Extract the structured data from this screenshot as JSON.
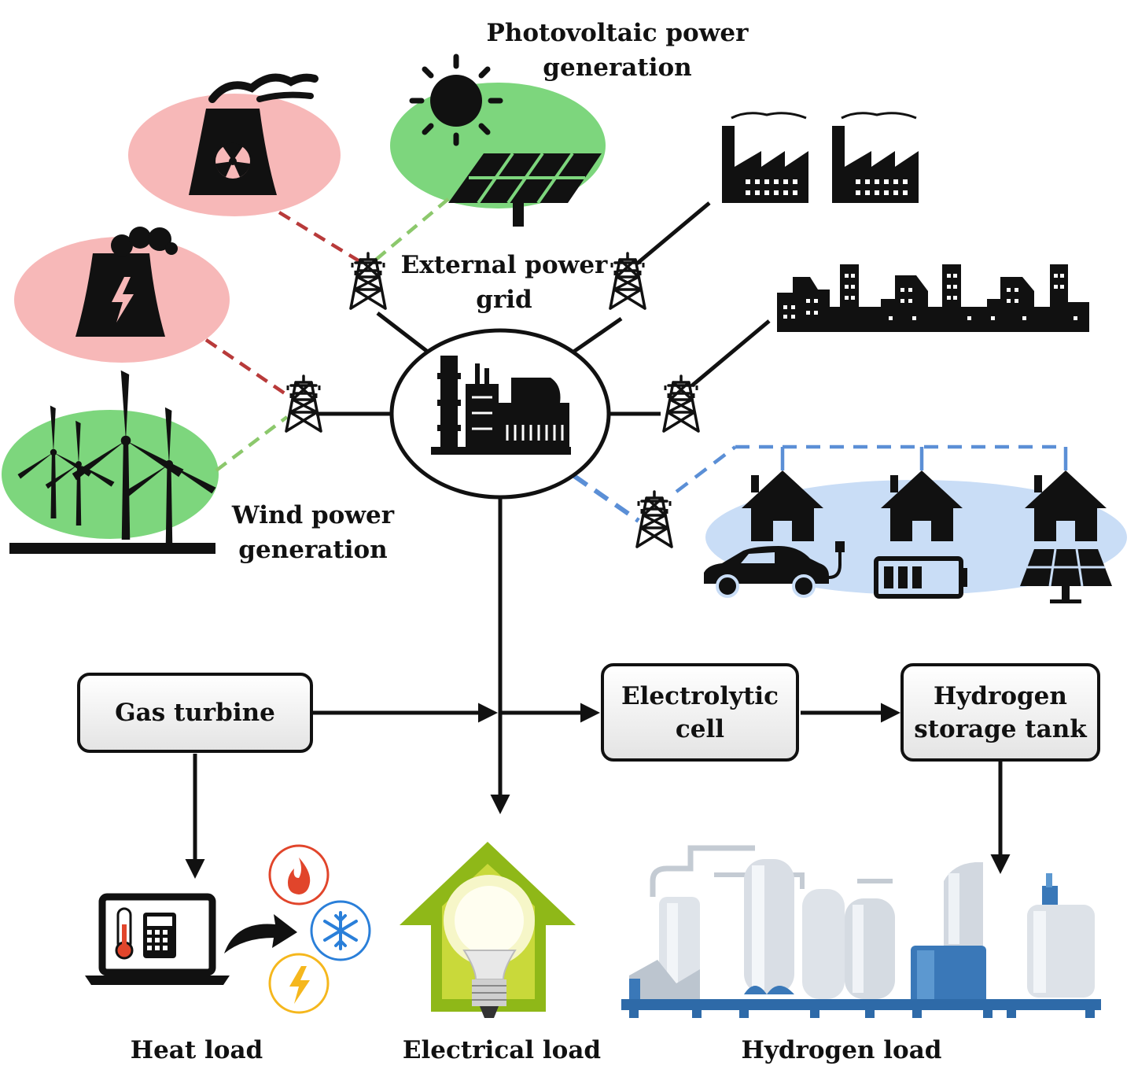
{
  "labels": {
    "photovoltaic": [
      "Photovoltaic power",
      "generation"
    ],
    "external_grid": [
      "External power",
      "grid"
    ],
    "wind": [
      "Wind power",
      "generation"
    ],
    "heat_load": "Heat load",
    "electrical_load": "Electrical load",
    "hydrogen_load": "Hydrogen load"
  },
  "boxes": {
    "gas_turbine": [
      "Gas turbine"
    ],
    "electrolytic_cell": [
      "Electrolytic",
      "cell"
    ],
    "hydrogen_tank": [
      "Hydrogen",
      "storage tank"
    ]
  },
  "colors": {
    "red_bubble": "#f7b8b8",
    "green_bubble": "#7dd67d",
    "blue_bubble": "#c9ddf6",
    "red_dash": "#b83a3a",
    "green_dash": "#8cc86c",
    "blue_dash": "#5b8fd6"
  },
  "icons": [
    "nuclear-plant-icon",
    "thermal-plant-icon",
    "sun-icon",
    "solar-panel-icon",
    "wind-turbine-icon",
    "factory-icon",
    "city-icon",
    "house-icon",
    "electric-car-icon",
    "battery-icon",
    "transmission-tower-icon",
    "power-plant-hub-icon",
    "thermostat-laptop-icon",
    "flame-icon",
    "snowflake-icon",
    "lightning-icon",
    "light-bulb-house-icon",
    "hydrogen-tanks-icon"
  ]
}
